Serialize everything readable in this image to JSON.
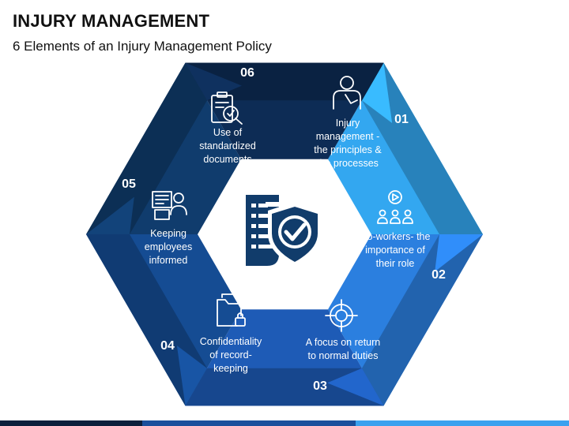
{
  "title": "INJURY MANAGEMENT",
  "subtitle": "6 Elements of an Injury Management Policy",
  "center_icon": "document-shield-check-icon",
  "elements": [
    {
      "number": "01",
      "lines": [
        "Injury",
        "management -",
        "the principles &",
        "the processes"
      ],
      "icon": "injured-person-icon",
      "color": "#33a7f0"
    },
    {
      "number": "02",
      "lines": [
        "Co-workers- the",
        "importance of",
        "their role"
      ],
      "icon": "team-gear-icon",
      "color": "#2b7fdf"
    },
    {
      "number": "03",
      "lines": [
        "A focus on return",
        "to normal duties"
      ],
      "icon": "target-icon",
      "color": "#1e5bb6"
    },
    {
      "number": "04",
      "lines": [
        "Confidentiality",
        "of record-",
        "keeping"
      ],
      "icon": "locked-folder-icon",
      "color": "#154c93"
    },
    {
      "number": "05",
      "lines": [
        "Keeping",
        "employees",
        "informed"
      ],
      "icon": "employee-screen-icon",
      "color": "#103c6d"
    },
    {
      "number": "06",
      "lines": [
        "Use of",
        "standardized",
        "documents"
      ],
      "icon": "clipboard-search-icon",
      "color": "#0d2c55"
    }
  ],
  "palette": {
    "title": "#111111",
    "center_icon": "#113c6b",
    "bar": [
      "#0b1f3c",
      "#1a4f9c",
      "#3aa1ef"
    ]
  }
}
